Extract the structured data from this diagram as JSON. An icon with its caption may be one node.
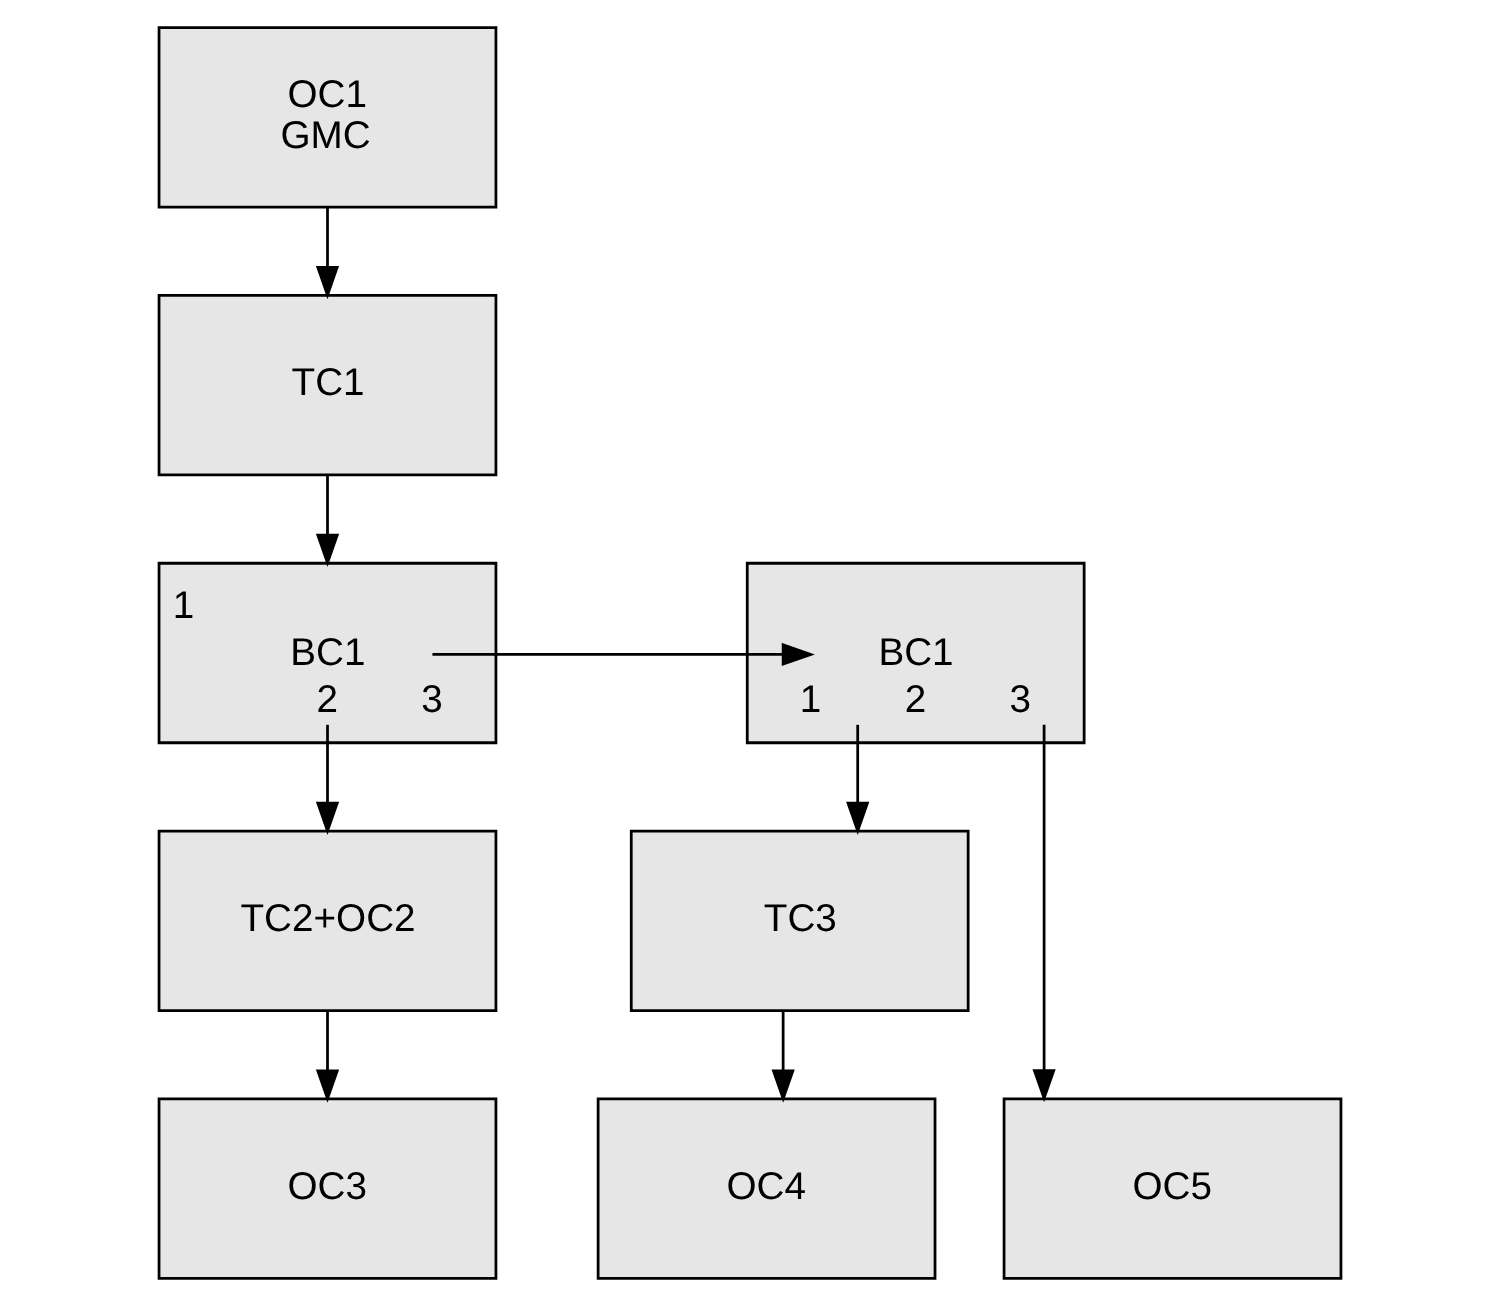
{
  "diagram": {
    "nodes": [
      {
        "text": [
          "OC1",
          "GMC"
        ]
      },
      {
        "text": [
          "TC1"
        ]
      },
      {
        "text": [
          "1",
          "BC1",
          "2",
          "3"
        ]
      },
      {
        "text": [
          "BC1",
          "1",
          "2",
          "3"
        ]
      },
      {
        "text": [
          "TC2+OC2"
        ]
      },
      {
        "text": [
          "TC3"
        ]
      },
      {
        "text": [
          "OC3"
        ]
      },
      {
        "text": [
          "OC4"
        ]
      },
      {
        "text": [
          "OC5"
        ]
      }
    ],
    "edges": [
      {
        "from": 0,
        "to": 1,
        "arrow": "to"
      },
      {
        "from": 1,
        "to": 2,
        "arrow": "to"
      },
      {
        "from": 2,
        "to": 4,
        "arrow": "to"
      },
      {
        "from": 2,
        "to": 3,
        "arrow": "to"
      },
      {
        "from": 3,
        "to": 5,
        "arrow": "to"
      },
      {
        "from": 3,
        "to": 8,
        "arrow": "to"
      },
      {
        "from": 4,
        "to": 6,
        "arrow": "to"
      },
      {
        "from": 5,
        "to": 7,
        "arrow": "to"
      }
    ]
  }
}
